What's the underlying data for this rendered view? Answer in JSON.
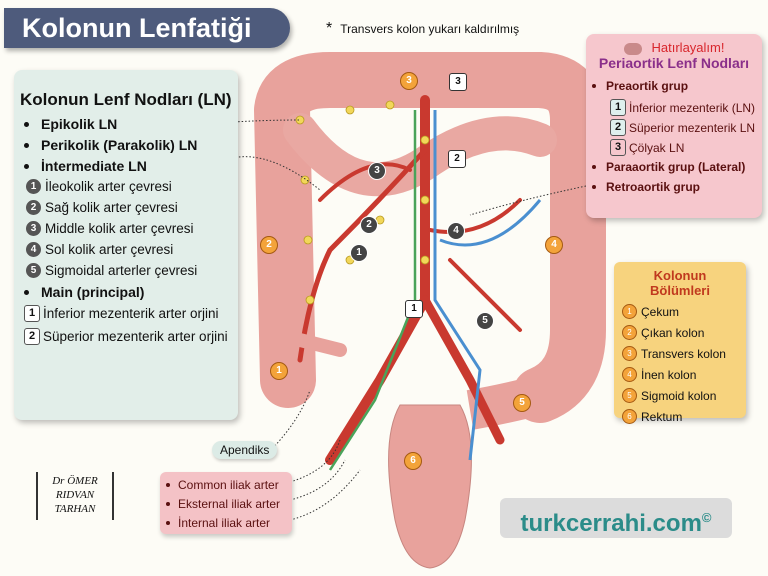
{
  "title": "Kolonun Lenfatiği",
  "note": {
    "symbol": "*",
    "text": "Transvers kolon yukarı kaldırılmış"
  },
  "left_panel": {
    "heading": "Kolonun Lenf Nodları (LN)",
    "epikolik": "Epikolik LN",
    "perikolik": "Perikolik (Parakolik) LN",
    "intermediate": "İntermediate LN",
    "intermediate_items": [
      {
        "num": "1",
        "label": "İleokolik arter çevresi"
      },
      {
        "num": "2",
        "label": "Sağ kolik arter çevresi"
      },
      {
        "num": "3",
        "label": "Middle kolik arter çevresi"
      },
      {
        "num": "4",
        "label": "Sol kolik arter çevresi"
      },
      {
        "num": "5",
        "label": "Sigmoidal arterler çevresi"
      }
    ],
    "main": "Main (principal)",
    "main_items": [
      {
        "num": "1",
        "label": "İnferior mezenterik arter orjini"
      },
      {
        "num": "2",
        "label": "Süperior mezenterik arter orjini"
      }
    ]
  },
  "right_panel": {
    "reminder": "Hatırlayalım!",
    "heading": "Periaortik Lenf Nodları",
    "preaortik": "Preaortik grup",
    "preaortik_items": [
      {
        "num": "1",
        "label": "İnferior mezenterik (LN)"
      },
      {
        "num": "2",
        "label": "Süperior mezenterik LN"
      },
      {
        "num": "3",
        "label": "Çölyak LN"
      }
    ],
    "paraaortik": "Paraaortik grup (Lateral)",
    "retroaortik": "Retroaortik grup"
  },
  "parts_panel": {
    "heading": "Kolonun Bölümleri",
    "items": [
      {
        "num": "1",
        "label": "Çekum"
      },
      {
        "num": "2",
        "label": "Çıkan kolon"
      },
      {
        "num": "3",
        "label": "Transvers kolon"
      },
      {
        "num": "4",
        "label": "İnen kolon"
      },
      {
        "num": "5",
        "label": "Sigmoid kolon"
      },
      {
        "num": "6",
        "label": "Rektum"
      }
    ]
  },
  "apendiks": "Apendiks",
  "iliak": [
    "Common iliak arter",
    "Eksternal iliak arter",
    "İnternal iliak arter"
  ],
  "signature": [
    "Dr ÖMER",
    "RIDVAN",
    "TARHAN"
  ],
  "brand": {
    "text": "turkcerrahi.com",
    "mark": "©"
  },
  "colors": {
    "title_bg": "#4e5b7c",
    "colon": "#e8a29c",
    "artery": "#c9392f",
    "vein": "#4a8fd0",
    "node": "#f2d75a",
    "brand": "#2b8c89"
  }
}
